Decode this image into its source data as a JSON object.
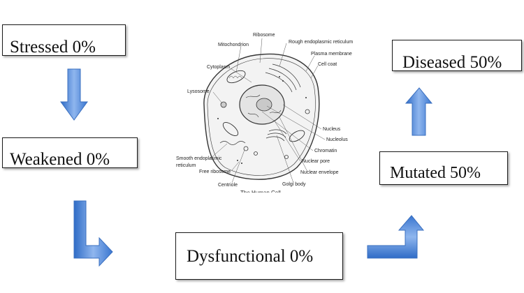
{
  "diagram": {
    "stages": {
      "stressed": "Stressed 0%",
      "weakened": "Weakened 0%",
      "dysfunctional": "Dysfunctional 0%",
      "mutated": "Mutated 50%",
      "diseased": "Diseased 50%"
    },
    "arrow_color": "#4f86d9",
    "cell_image": {
      "labels": {
        "ribosome": "Ribosome",
        "mitochondrion": "Mitochondrion",
        "rough_er": "Rough endoplasmic reticulum",
        "plasma_membrane": "Plasma membrane",
        "cell_coat": "Cell coat",
        "cytoplasm": "Cytoplasm",
        "lysosome": "Lysosome",
        "nucleus": "Nucleus",
        "nucleolus": "Nucleolus",
        "chromatin": "Chromatin",
        "nuclear_pore": "Nuclear pore",
        "nuclear_envelope": "Nuclear envelope",
        "golgi": "Golgi body",
        "smooth_er_1": "Smooth endoplasmic",
        "smooth_er_2": "reticulum",
        "free_ribosome": "Free ribosome",
        "centriole": "Centriole",
        "caption": "The Human Cell"
      }
    }
  }
}
